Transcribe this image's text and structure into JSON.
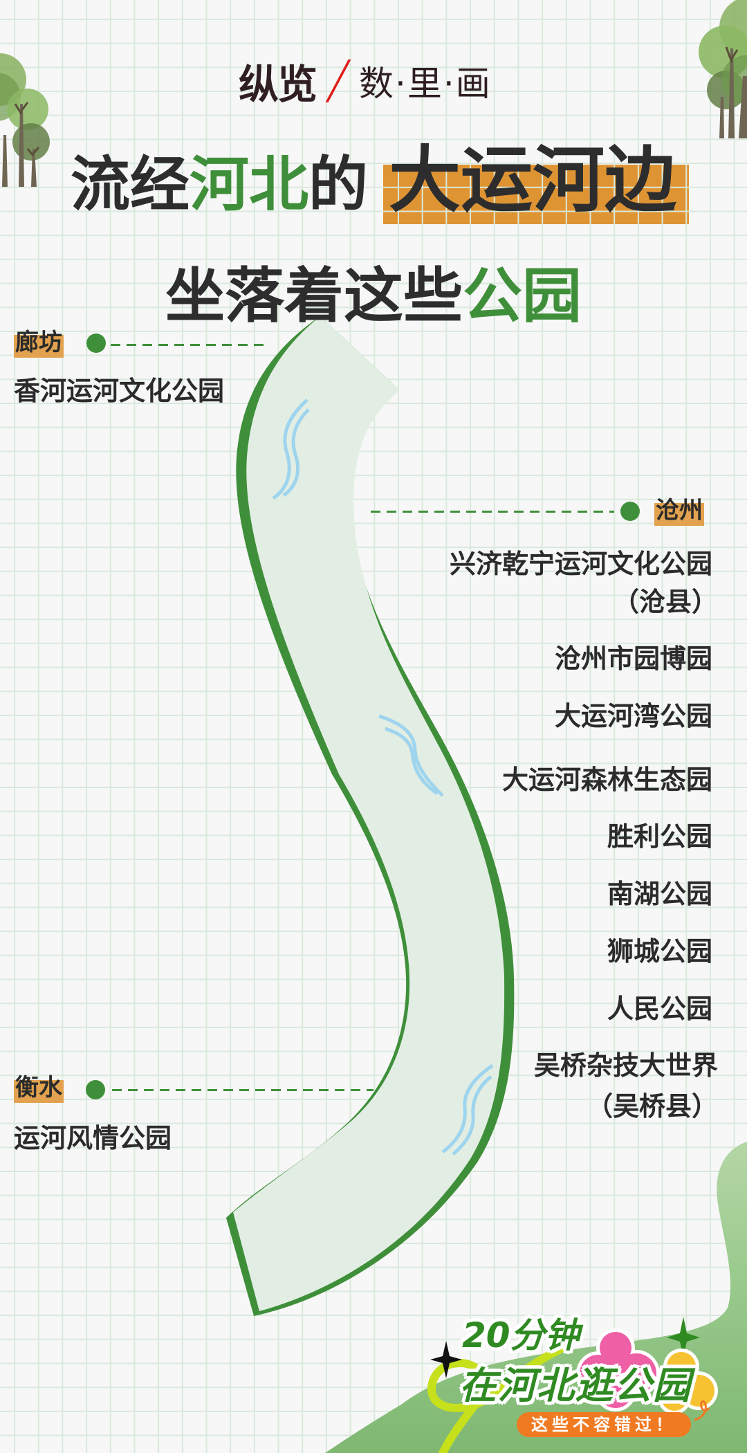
{
  "header": {
    "brand_main": "纵览",
    "brand_sub": "数·里·画"
  },
  "title": {
    "line1_part1": "流经",
    "line1_part2_green": "河北",
    "line1_part3": "的",
    "line1_highlight": "大运河边",
    "line2_part1": "坐落着这些",
    "line2_part2_green": "公园"
  },
  "colors": {
    "accent_green": "#3f8f3a",
    "highlight_orange": "#df9434",
    "label_orange": "#e2a24f",
    "river_fill": "#e2eee3",
    "grid_line": "#d9e9dc",
    "pill_orange": "#f07a22"
  },
  "cities": [
    {
      "name": "廊坊",
      "parks": [
        "香河运河文化公园"
      ]
    },
    {
      "name": "沧州",
      "parks": [
        "兴济乾宁运河文化公园",
        "（沧县）",
        "沧州市园博园",
        "大运河湾公园",
        "大运河森林生态园",
        "胜利公园",
        "南湖公园",
        "狮城公园",
        "人民公园",
        "吴桥杂技大世界",
        "（吴桥县）"
      ]
    },
    {
      "name": "衡水",
      "parks": [
        "运河风情公园"
      ]
    }
  ],
  "badge": {
    "line1": "20分钟",
    "line2": "在河北逛公园",
    "pill": "这些不容错过！"
  }
}
